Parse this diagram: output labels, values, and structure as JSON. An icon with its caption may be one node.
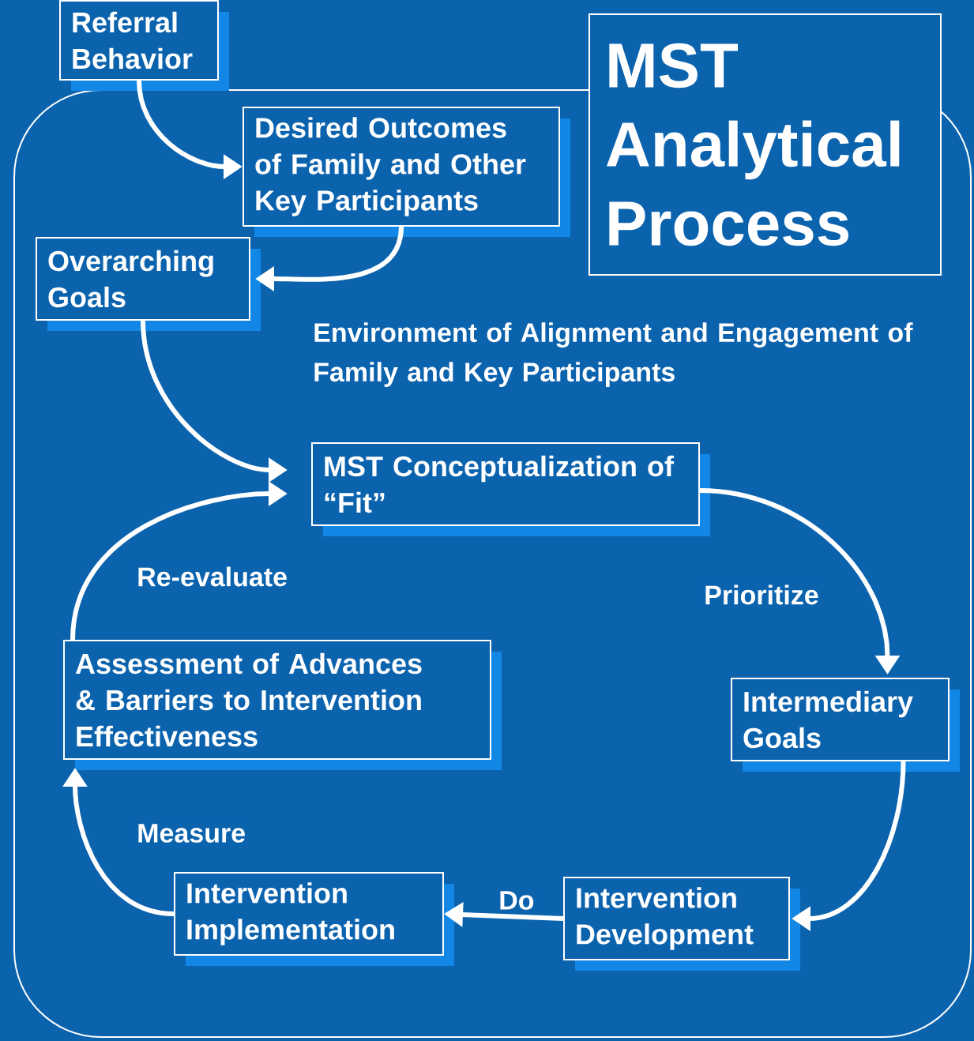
{
  "diagram": {
    "title": "MST Analytical Process",
    "nodes": [
      {
        "text": [
          "Environment of Alignment and Engagement of Family and Key Participants"
        ]
      },
      {
        "text": [
          "Referral Behavior"
        ]
      },
      {
        "text": [
          "Desired Outcomes of Family and Other Key Participants"
        ],
        "in": 0
      },
      {
        "text": [
          "Overarching Goals"
        ],
        "in": 0
      },
      {
        "text": [
          "MST Conceptualization of “Fit”"
        ],
        "in": 0
      },
      {
        "text": [
          "Intermediary Goals"
        ],
        "in": 0
      },
      {
        "text": [
          "Intervention Development"
        ],
        "in": 0
      },
      {
        "text": [
          "Intervention Implementation"
        ],
        "in": 0
      },
      {
        "text": [
          "Assessment of Advances & Barriers to Intervention Effectiveness"
        ],
        "in": 0
      }
    ],
    "edges": [
      {
        "from": 1,
        "to": 2,
        "arrow": "to"
      },
      {
        "from": 2,
        "to": 3,
        "arrow": "to"
      },
      {
        "from": 3,
        "to": 4,
        "arrow": "to"
      },
      {
        "from": 4,
        "to": 5,
        "arrow": "to",
        "label": "Prioritize"
      },
      {
        "from": 5,
        "to": 6,
        "arrow": "to"
      },
      {
        "from": 6,
        "to": 7,
        "arrow": "to",
        "label": "Do"
      },
      {
        "from": 7,
        "to": 8,
        "arrow": "to",
        "label": "Measure"
      },
      {
        "from": 8,
        "to": 4,
        "arrow": "to",
        "label": "Re-evaluate"
      }
    ]
  }
}
